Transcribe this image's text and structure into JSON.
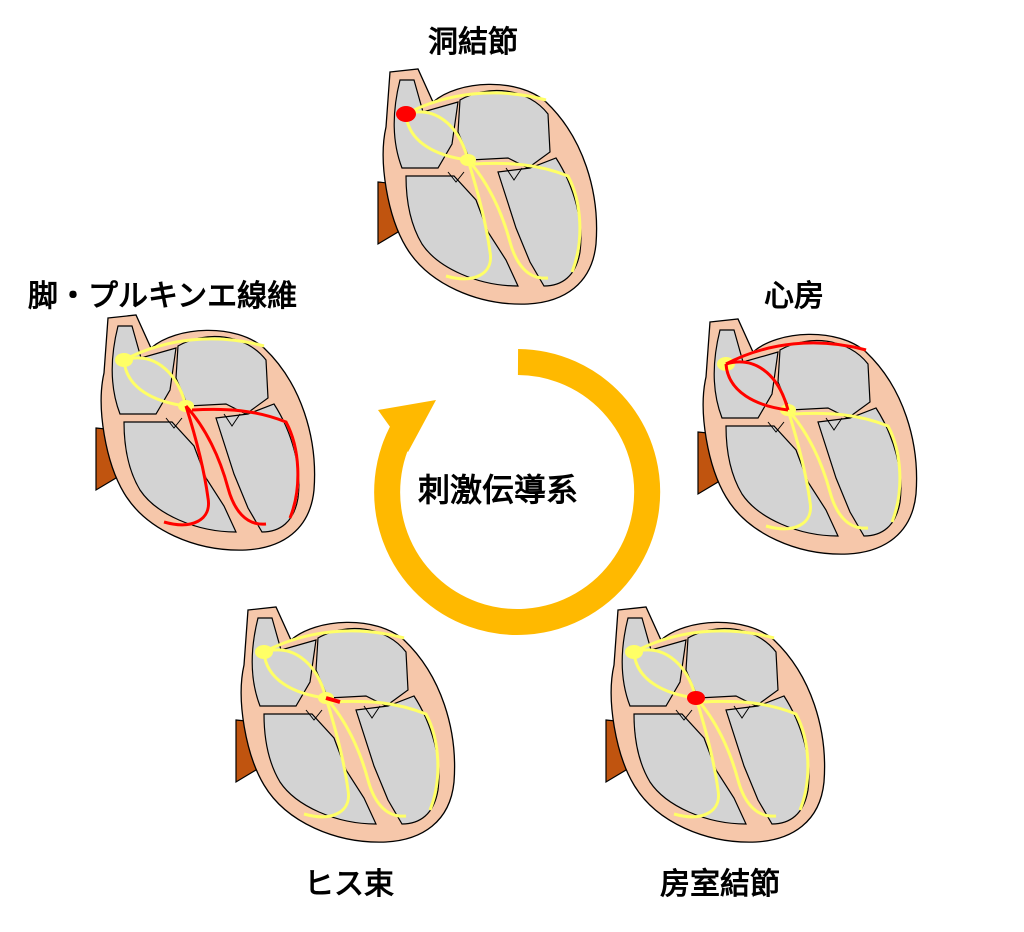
{
  "title": "刺激伝導系",
  "colors": {
    "heart_wall": "#f6c7aa",
    "chamber": "#d3d3d3",
    "vessel": "#c0540f",
    "pathway": "#ffff66",
    "active": "#ff0000",
    "cycle_arrow": "#ffb900"
  },
  "stages": [
    {
      "id": "sa-node",
      "label": "洞結節",
      "active_part": "sa-node"
    },
    {
      "id": "atrium",
      "label": "心房",
      "active_part": "atrium"
    },
    {
      "id": "av-node",
      "label": "房室結節",
      "active_part": "av-node"
    },
    {
      "id": "his",
      "label": "ヒス束",
      "active_part": "his-bundle"
    },
    {
      "id": "purkinje",
      "label": "脚・プルキンエ線維",
      "active_part": "purkinje"
    }
  ]
}
